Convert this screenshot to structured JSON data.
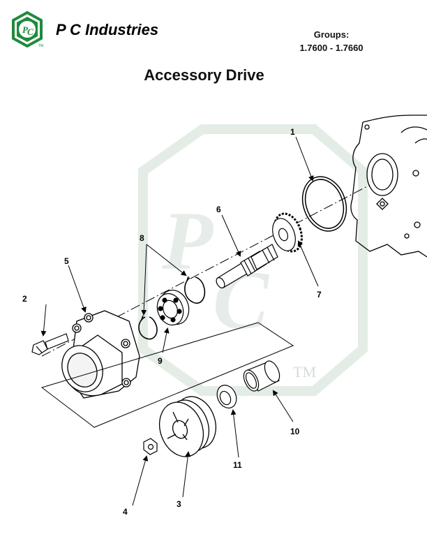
{
  "header": {
    "brand": "P C Industries",
    "logo_letters": "PC",
    "logo_tm": "TM",
    "groups_label": "Groups:",
    "groups_range": "1.7600 - 1.7660"
  },
  "title": "Accessory Drive",
  "watermark": {
    "letters": "PC",
    "tm": "TM",
    "color": "#dfe7e1"
  },
  "callouts": [
    {
      "id": "callout-1",
      "text": "1"
    },
    {
      "id": "callout-2",
      "text": "2"
    },
    {
      "id": "callout-3",
      "text": "3"
    },
    {
      "id": "callout-4",
      "text": "4"
    },
    {
      "id": "callout-5",
      "text": "5"
    },
    {
      "id": "callout-6",
      "text": "6"
    },
    {
      "id": "callout-7",
      "text": "7"
    },
    {
      "id": "callout-8",
      "text": "8"
    },
    {
      "id": "callout-9",
      "text": "9"
    },
    {
      "id": "callout-10",
      "text": "10"
    },
    {
      "id": "callout-11",
      "text": "11"
    }
  ],
  "colors": {
    "brand_green": "#1f8a3c",
    "line": "#000000"
  }
}
